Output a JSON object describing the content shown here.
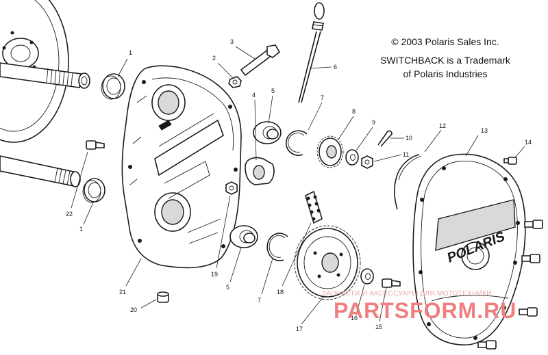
{
  "copyright": {
    "line1": "© 2003 Polaris Sales Inc.",
    "line2": "SWITCHBACK is a Trademark",
    "line3": "of Polaris Industries"
  },
  "cover_logo": "POLARIS",
  "watermark": {
    "small": "ЗАПЧАСТИ И АКСЕССУАРЫ ДЛЯ МОТОТЕХНИКИ",
    "big": "PARTSFORM.RU"
  },
  "callouts": {
    "c1a": "1",
    "c2": "2",
    "c3": "3",
    "c4": "4",
    "c5a": "5",
    "c6": "6",
    "c7a": "7",
    "c8": "8",
    "c9": "9",
    "c10": "10",
    "c11": "11",
    "c12": "12",
    "c13": "13",
    "c14": "14",
    "c22": "22",
    "c1b": "1",
    "c19": "19",
    "c5b": "5",
    "c7b": "7",
    "c18": "18",
    "c21": "21",
    "c20": "20",
    "c17": "17",
    "c16": "16",
    "c15": "15"
  }
}
